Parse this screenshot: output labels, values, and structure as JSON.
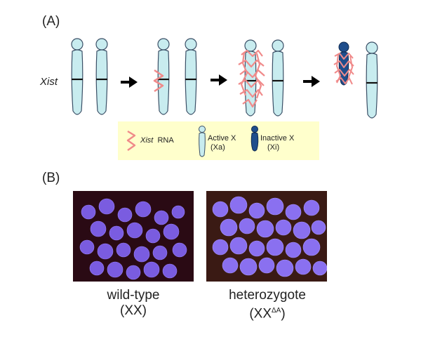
{
  "panels": {
    "a": {
      "label": "(A)",
      "gene": "Xist"
    },
    "b": {
      "label": "(B)"
    }
  },
  "legend": {
    "xist_italic": "Xist",
    "xist_rna": "RNA",
    "active_line1": "Active X",
    "active_line2": "(Xa)",
    "inactive_line1": "Inactive X",
    "inactive_line2": "(Xi)"
  },
  "captions": {
    "wildtype_name": "wild-type",
    "wildtype_genotype": "(XX)",
    "hetero_name": "heterozygote",
    "hetero_genotype_base": "(XX",
    "hetero_genotype_sup": "ΔA",
    "hetero_genotype_close": ")"
  },
  "colors": {
    "chromosome_fill": "#c8ecef",
    "chromosome_stroke": "#3a4f66",
    "xist_rna": "#f08a8a",
    "inactive_x": "#1f4e8c",
    "legend_bg": "#ffffcc",
    "micro_bg_left": "#2a0a14",
    "micro_bg_right": "#3a1a14",
    "nucleus": "#7a5ce0"
  }
}
